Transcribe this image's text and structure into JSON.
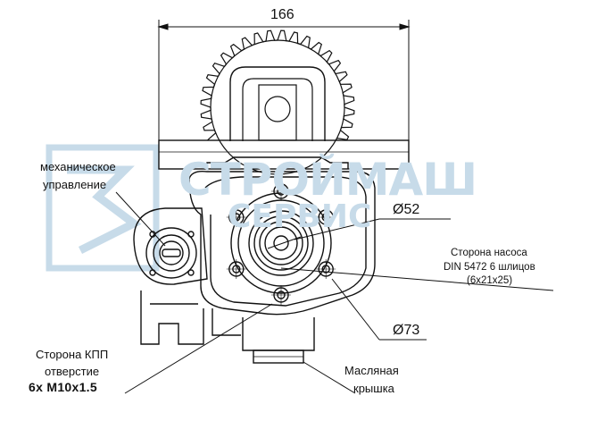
{
  "dimensions": {
    "width_label": "166",
    "dia_small": "Ø52",
    "dia_large": "Ø73"
  },
  "labels": {
    "mech_line1": "механическое",
    "mech_line2": "управление",
    "pump_line1": "Сторона насоса",
    "pump_line2": "DIN 5472 6 шлицов",
    "pump_line3": "(6x21x25)",
    "kpp_line1": "Сторона КПП",
    "kpp_line2": "отверстие",
    "kpp_line3": "6x  M10x1.5",
    "oil_line1": "Масляная",
    "oil_line2": "крышка"
  },
  "watermark": {
    "line1": "СТРОЙМАШ",
    "line2": "СЕРВИС",
    "color": "#c7dbe9"
  },
  "colors": {
    "line": "#111111",
    "background": "#ffffff"
  }
}
